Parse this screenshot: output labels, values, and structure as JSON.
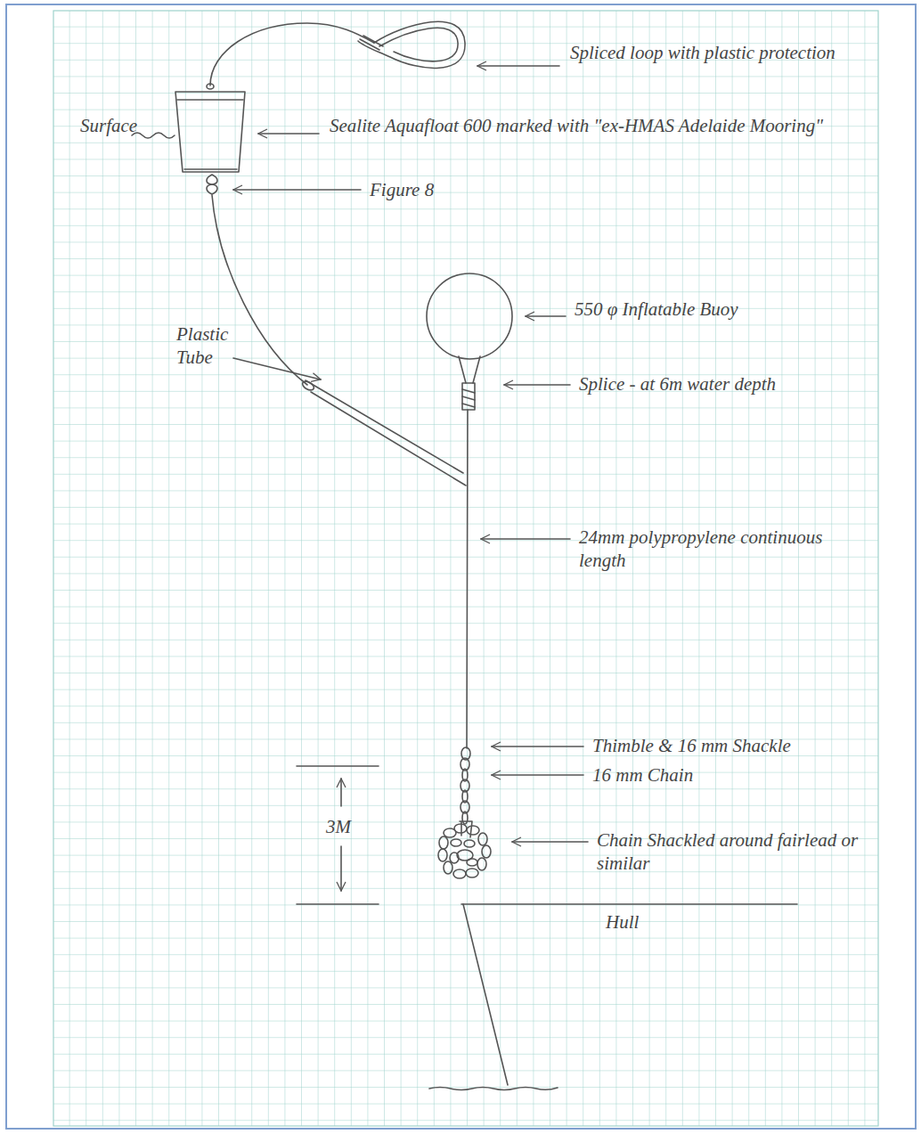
{
  "diagram": {
    "labels": [
      "Spliced loop with plastic protection",
      "Surface",
      "Sealite Aquafloat 600 marked with \"ex-HMAS Adelaide Mooring\"",
      "Figure 8",
      "550 φ Inflatable Buoy",
      "Plastic Tube",
      "Splice - at 6m water depth",
      "24mm polypropylene continuous length",
      "Thimble & 16 mm Shackle",
      "16 mm Chain",
      "3M",
      "Chain Shackled around fairlead or similar",
      "Hull"
    ]
  }
}
